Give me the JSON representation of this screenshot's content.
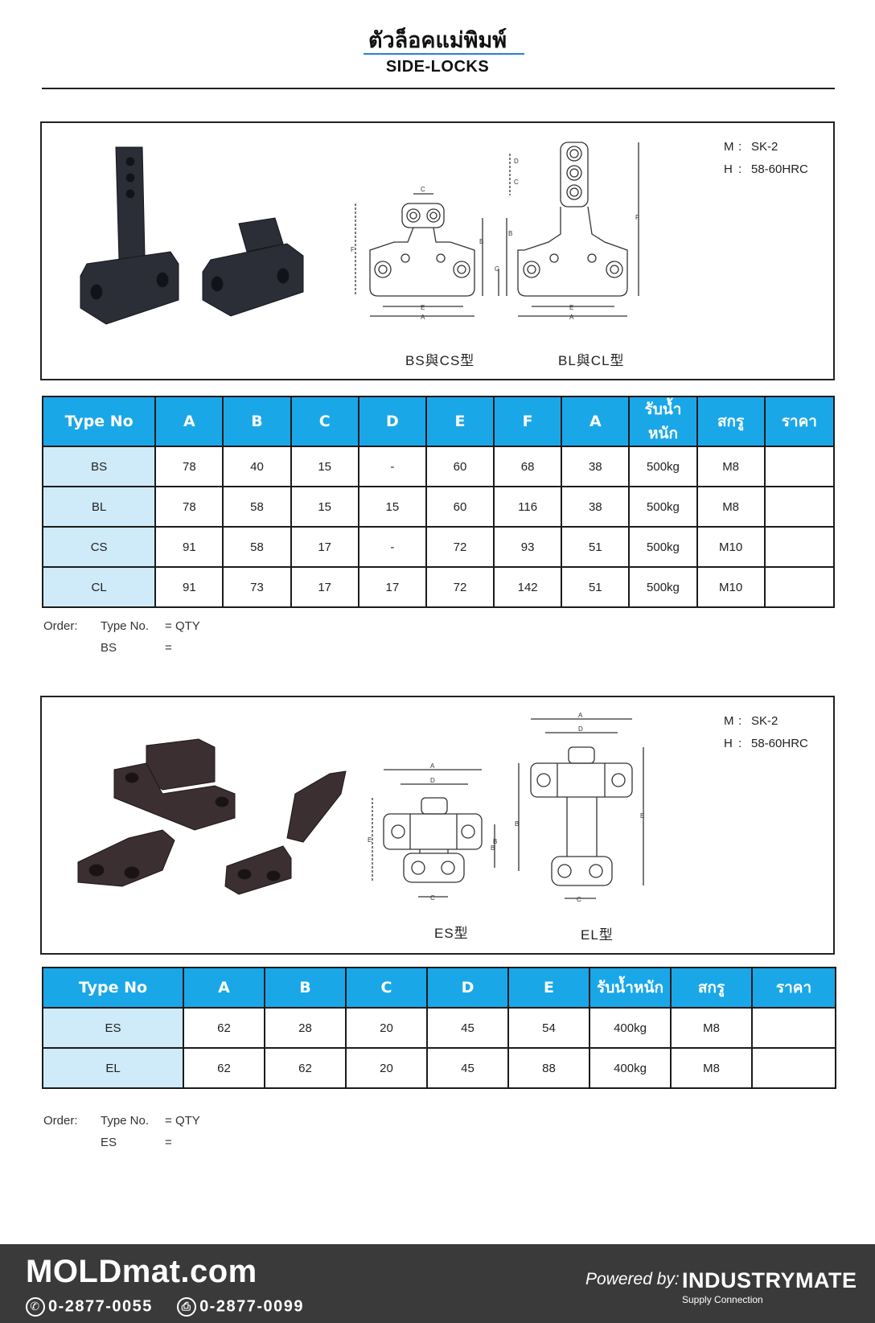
{
  "header": {
    "title_th": "ตัวล็อคแม่พิมพ์",
    "title_en": "SIDE-LOCKS"
  },
  "panel1": {
    "material_label": "M",
    "material": "SK-2",
    "hardness_label": "H",
    "hardness": "58-60HRC",
    "caption_left": "BS與CS型",
    "caption_right": "BL與CL型"
  },
  "table1": {
    "headers": [
      "Type No",
      "A",
      "B",
      "C",
      "D",
      "E",
      "F",
      "A",
      "รับน้ำหนัก",
      "สกรู",
      "ราคา"
    ],
    "rows": [
      [
        "BS",
        "78",
        "40",
        "15",
        "-",
        "60",
        "68",
        "38",
        "500kg",
        "M8",
        ""
      ],
      [
        "BL",
        "78",
        "58",
        "15",
        "15",
        "60",
        "116",
        "38",
        "500kg",
        "M8",
        ""
      ],
      [
        "CS",
        "91",
        "58",
        "17",
        "-",
        "72",
        "93",
        "51",
        "500kg",
        "M10",
        ""
      ],
      [
        "CL",
        "91",
        "73",
        "17",
        "17",
        "72",
        "142",
        "51",
        "500kg",
        "M10",
        ""
      ]
    ]
  },
  "order1": {
    "label": "Order:",
    "field": "Type No.",
    "eq": "=",
    "qty": "QTY",
    "example": "BS"
  },
  "panel2": {
    "material_label": "M",
    "material": "SK-2",
    "hardness_label": "H",
    "hardness": "58-60HRC",
    "caption_left": "ES型",
    "caption_right": "EL型"
  },
  "table2": {
    "headers": [
      "Type No",
      "A",
      "B",
      "C",
      "D",
      "E",
      "รับน้ำหนัก",
      "สกรู",
      "ราคา"
    ],
    "rows": [
      [
        "ES",
        "62",
        "28",
        "20",
        "45",
        "54",
        "400kg",
        "M8",
        ""
      ],
      [
        "EL",
        "62",
        "62",
        "20",
        "45",
        "88",
        "400kg",
        "M8",
        ""
      ]
    ]
  },
  "order2": {
    "label": "Order:",
    "field": "Type No.",
    "eq": "=",
    "qty": "QTY",
    "example": "ES"
  },
  "footer": {
    "brand": "MOLDmat.com",
    "phone": "0-2877-0055",
    "fax": "0-2877-0099",
    "powered_by": "Powered by:",
    "partner": "INDUSTRYMATE",
    "partner_tagline": "Supply Connection"
  }
}
